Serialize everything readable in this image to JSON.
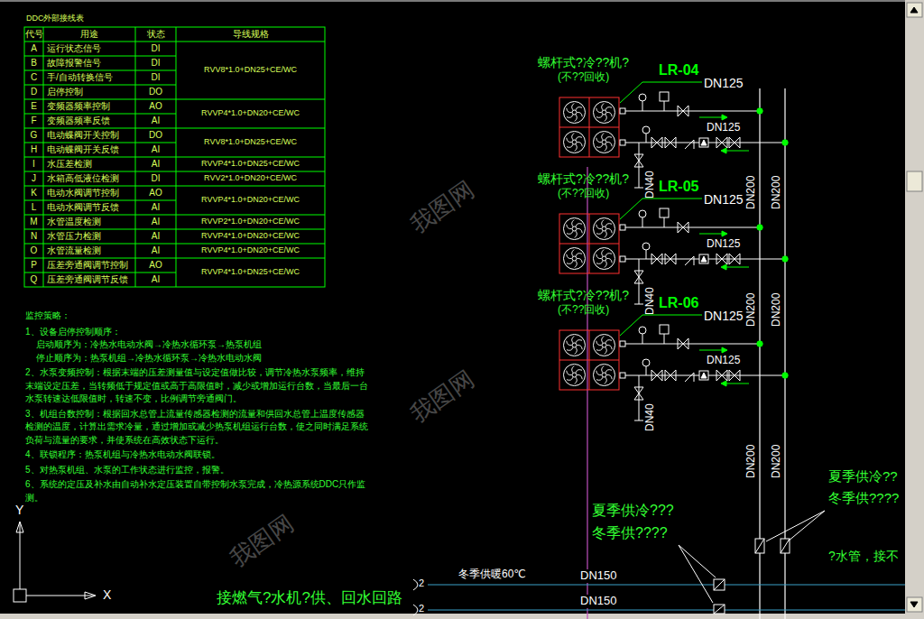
{
  "diagram": {
    "nodes": [
      {
        "text": [
          "螺杆式?冷??机?",
          "(不??回收)"
        ]
      },
      {
        "text": [
          "螺杆式?冷??机?",
          "(不??回收)"
        ]
      },
      {
        "text": [
          "螺杆式?冷??机?",
          "(不??回收)"
        ]
      }
    ],
    "labels": [
      "DDC外部接线表",
      "代号",
      "用途",
      "状态",
      "导线规格",
      "A",
      "运行状态信号",
      "DI",
      "B",
      "故障报警信号",
      "DI",
      "C",
      "手/自动转换信号",
      "DI",
      "D",
      "启停控制",
      "DO",
      "E",
      "变频器频率控制",
      "AO",
      "F",
      "变频器频率反馈",
      "AI",
      "G",
      "电动蝶阀开关控制",
      "DO",
      "H",
      "电动蝶阀开关反馈",
      "AI",
      "I",
      "水压差检测",
      "AI",
      "J",
      "水箱高低液位检测",
      "DI",
      "K",
      "电动水阀调节控制",
      "AO",
      "L",
      "电动水阀调节反馈",
      "AI",
      "M",
      "水管温度检测",
      "AI",
      "N",
      "水管压力检测",
      "AI",
      "O",
      "水管流量检测",
      "AI",
      "P",
      "压差旁通阀调节控制",
      "AO",
      "Q",
      "压差旁通阀调节反馈",
      "AI",
      "RVV8*1.0+DN25+CE/WC",
      "RVVP4*1.0+DN20+CE/WC",
      "RVV8*1.0+DN25+CE/WC",
      "RVVP4*1.0+DN25+CE/WC",
      "RVV2*1.0+DN20+CE/WC",
      "RVVP4*1.0+DN20+CE/WC",
      "RVVP2*1.0+DN20+CE/WC",
      "RVVP4*1.0+DN20+CE/WC",
      "RVVP4*1.0+DN20+CE/WC",
      "RVVP4*1.0+DN25+CE/WC",
      "监控策略：",
      "1、设备启停控制顺序：",
      "启动顺序为：冷热水电动水阀→冷热水循环泵→热泵机组",
      "停止顺序为：热泵机组→冷热水循环泵→冷热水电动水阀",
      "2、水泵变频控制：根据末端的压差测量值与设定值做比较，调节冷热水泵频率，维持末端设定压差，当转频低于规定值或高于高限值时，减少或增加运行台数，当最后一台水泵转速达低限值时，转速不变，比例调节旁通阀门。",
      "3、机组台数控制：根据回水总管上流量传感器检测的流量和供回水总管上温度传感器检测的温度，计算出需求冷量，通过增加或减少热泵机组运行台数，使之同时满足系统负荷与流量的要求，并使系统在高效状态下运行。",
      "4、联锁程序：热泵机组与冷热水电动水阀联锁。",
      "5、对热泵机组、水泵的工作状态进行监控，报警。",
      "6、系统的定压及补水由自动补水定压装置自带控制水泵完成，冷热源系统DDC只作监测。",
      "LR-04",
      "DN125",
      "DN125",
      "DN40",
      "LR-05",
      "DN125",
      "DN125",
      "DN40",
      "LR-06",
      "DN125",
      "DN125",
      "DN40",
      "DN200",
      "DN200",
      "DN200",
      "DN200",
      "DN200",
      "DN200",
      "夏季供冷???",
      "冬季供????",
      "夏季供冷??",
      "冬季供????",
      "?水管，接不",
      "冬季供暖60℃",
      "DN150",
      "DN150",
      "接燃气?水机?供、回水回路",
      "2",
      "2",
      "Y",
      "X",
      "我图网",
      "我图网",
      "我图网"
    ]
  }
}
